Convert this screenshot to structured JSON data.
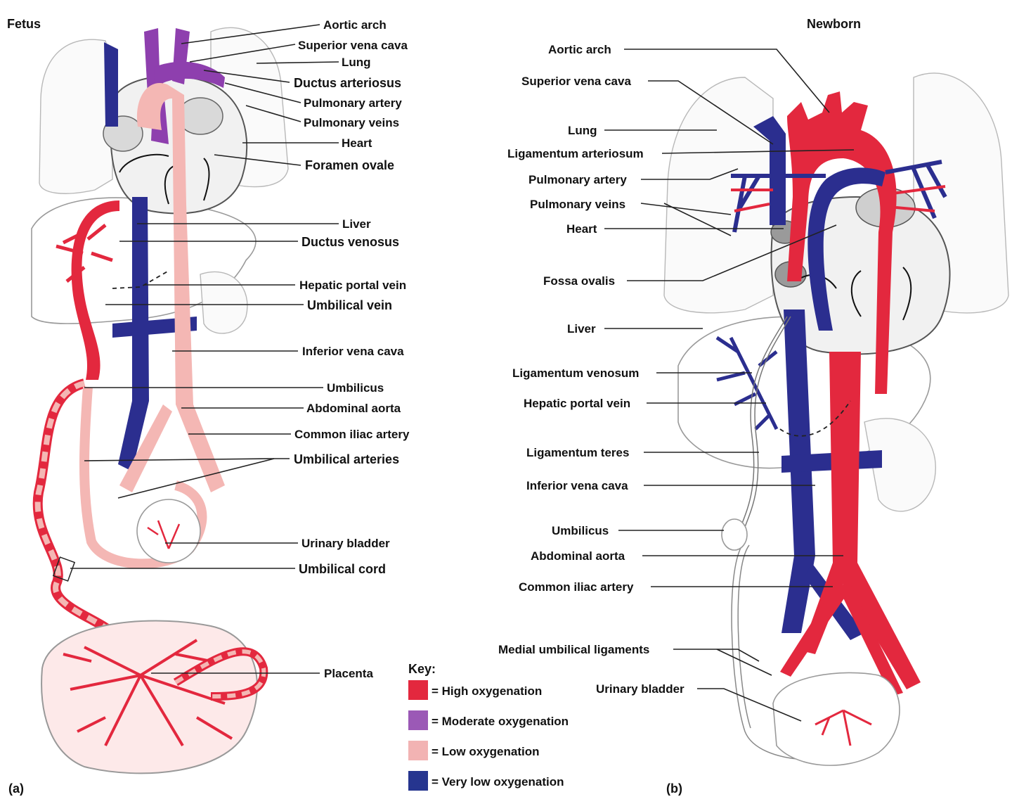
{
  "panels": {
    "fetus": {
      "title": "Fetus",
      "tag": "(a)",
      "labels": [
        {
          "text": "Aortic arch",
          "strong": false
        },
        {
          "text": "Superior vena cava",
          "strong": false
        },
        {
          "text": "Lung",
          "strong": false
        },
        {
          "text": "Ductus arteriosus",
          "strong": true
        },
        {
          "text": "Pulmonary artery",
          "strong": false
        },
        {
          "text": "Pulmonary veins",
          "strong": false
        },
        {
          "text": "Heart",
          "strong": false
        },
        {
          "text": "Foramen ovale",
          "strong": true
        },
        {
          "text": "Liver",
          "strong": false
        },
        {
          "text": "Ductus venosus",
          "strong": true
        },
        {
          "text": "Hepatic portal vein",
          "strong": false
        },
        {
          "text": "Umbilical vein",
          "strong": true
        },
        {
          "text": "Inferior vena cava",
          "strong": false
        },
        {
          "text": "Umbilicus",
          "strong": false
        },
        {
          "text": "Abdominal aorta",
          "strong": false
        },
        {
          "text": "Common iliac artery",
          "strong": false
        },
        {
          "text": "Umbilical arteries",
          "strong": true
        },
        {
          "text": "Urinary bladder",
          "strong": false
        },
        {
          "text": "Umbilical cord",
          "strong": true
        },
        {
          "text": "Placenta",
          "strong": false
        }
      ]
    },
    "newborn": {
      "title": "Newborn",
      "tag": "(b)",
      "labels": [
        {
          "text": "Aortic arch"
        },
        {
          "text": "Superior vena cava"
        },
        {
          "text": "Lung"
        },
        {
          "text": "Ligamentum arteriosum"
        },
        {
          "text": "Pulmonary artery"
        },
        {
          "text": "Pulmonary veins"
        },
        {
          "text": "Heart"
        },
        {
          "text": "Fossa ovalis"
        },
        {
          "text": "Liver"
        },
        {
          "text": "Ligamentum venosum"
        },
        {
          "text": "Hepatic portal vein"
        },
        {
          "text": "Ligamentum teres"
        },
        {
          "text": "Inferior vena cava"
        },
        {
          "text": "Umbilicus"
        },
        {
          "text": "Abdominal aorta"
        },
        {
          "text": "Common iliac artery"
        },
        {
          "text": "Medial umbilical ligaments"
        },
        {
          "text": "Urinary bladder"
        }
      ]
    }
  },
  "key": {
    "title": "Key:",
    "items": [
      {
        "label": "= High oxygenation",
        "color": "#e3283e"
      },
      {
        "label": "= Moderate oxygenation",
        "color": "#9b59b6"
      },
      {
        "label": "= Low oxygenation",
        "color": "#f2b3b3"
      },
      {
        "label": "= Very low oxygenation",
        "color": "#26358f"
      }
    ]
  },
  "colors": {
    "high": "#e3283e",
    "moderate": "#8e3fae",
    "low": "#f4b7b4",
    "very_low": "#2b2e8f"
  }
}
